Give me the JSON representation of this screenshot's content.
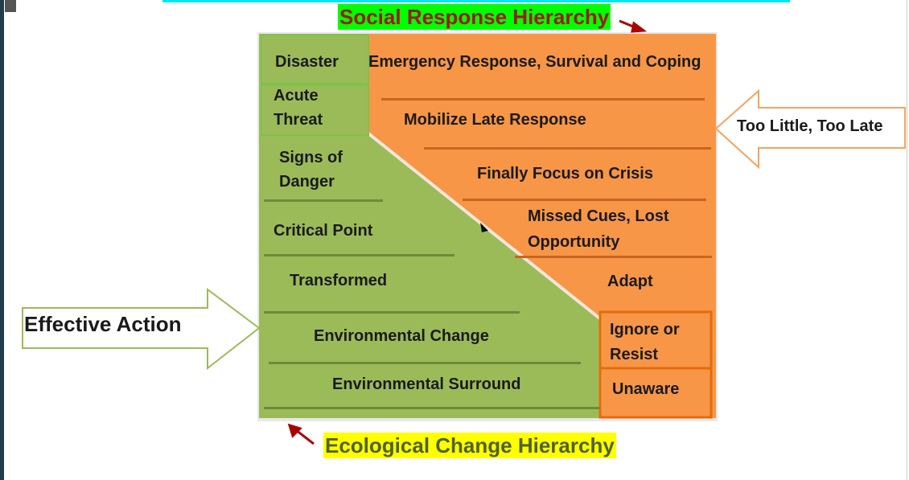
{
  "titles": {
    "social": "Social Response Hierarchy",
    "ecological": "Ecological Change Hierarchy"
  },
  "ecological_levels": [
    "Disaster",
    "Acute Threat",
    "Signs of Danger",
    "Critical Point",
    "Transformed",
    "Environmental Change",
    "Environmental Surround"
  ],
  "social_levels": [
    "Emergency Response, Survival and Coping",
    "Mobilize Late Response",
    "Finally Focus on Crisis",
    "Missed Cues, Lost Opportunity",
    "Adapt",
    "Ignore or Resist",
    "Unaware"
  ],
  "arrows": {
    "right": "Too Little, Too Late",
    "left": "Effective Action"
  },
  "colors": {
    "green": "#9bbb59",
    "orange": "#f79646",
    "title_social_bg": "#00ff00",
    "title_eco_bg": "#ffff00"
  }
}
